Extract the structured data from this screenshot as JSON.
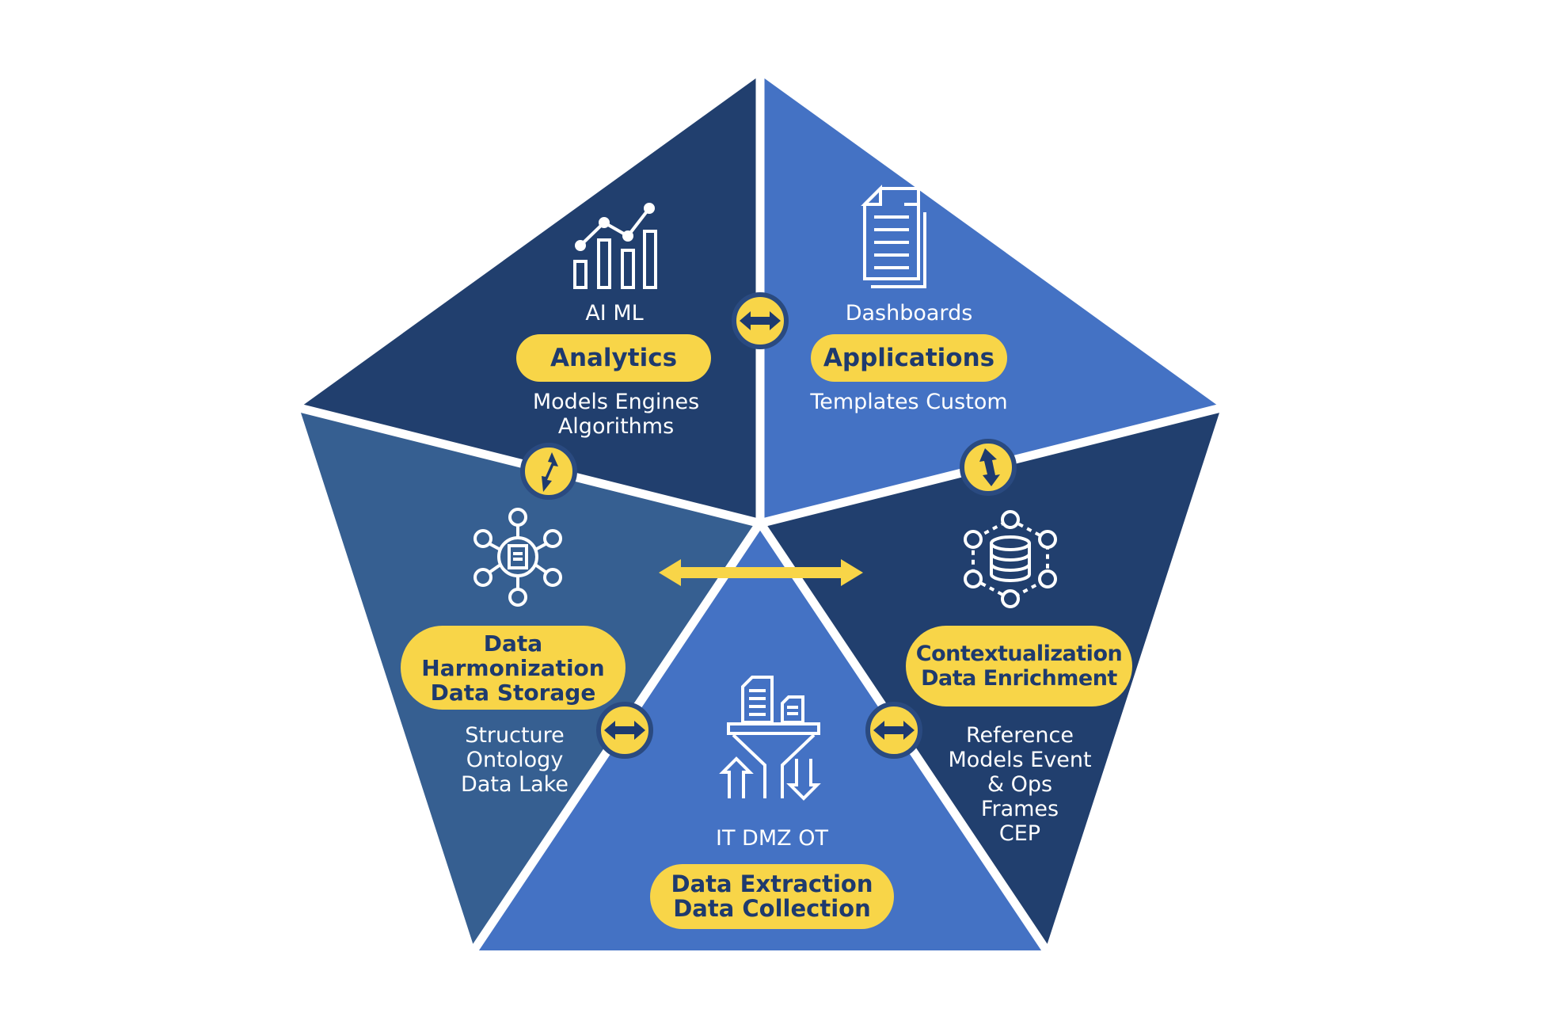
{
  "segments": {
    "analytics": {
      "top_label": "AI ML",
      "pill": "Analytics",
      "bottom_label": "Models Engines\nAlgorithms",
      "icon": "bar-line-chart-icon",
      "color": "#213f6e"
    },
    "applications": {
      "top_label": "Dashboards",
      "pill": "Applications",
      "bottom_label": "Templates Custom",
      "icon": "document-stack-icon",
      "color": "#4472c4"
    },
    "harmonization": {
      "pill": "Data\nHarmonization\nData Storage",
      "bottom_label": "Structure\nOntology\nData Lake",
      "icon": "network-document-icon",
      "color": "#365f91"
    },
    "contextualization": {
      "pill": "Contextualization\nData Enrichment",
      "bottom_label": "Reference\nModels Event\n& Ops\nFrames\nCEP",
      "icon": "database-network-icon",
      "color": "#213f6e"
    },
    "extraction": {
      "top_label": "IT DMZ OT",
      "pill": "Data Extraction\nData Collection",
      "icon": "funnel-documents-icon",
      "color": "#4472c4"
    }
  },
  "colors": {
    "accent_yellow": "#f8d548",
    "text_dark_navy": "#1e3a6e",
    "separator": "#ffffff"
  }
}
